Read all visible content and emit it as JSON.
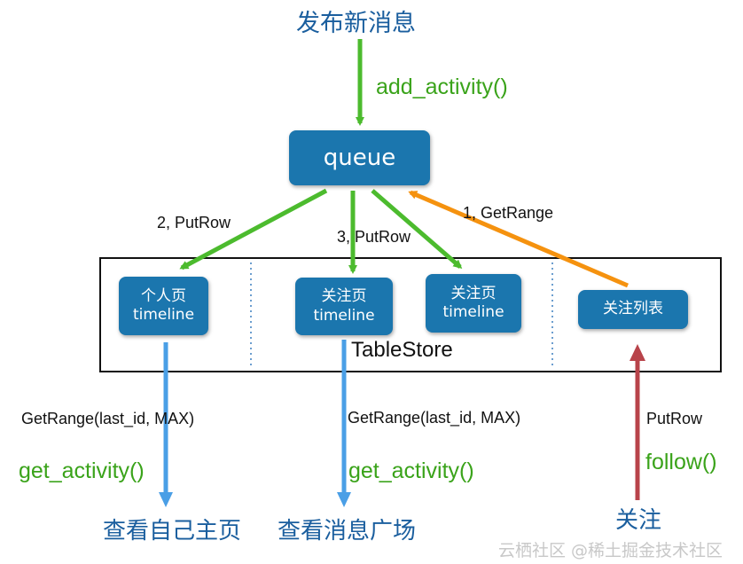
{
  "title": "发布新消息",
  "add_activity": "add_activity()",
  "queue": "queue",
  "edge_labels": {
    "putrow_2": "2, PutRow",
    "putrow_3": "3, PutRow",
    "getrange_1": "1, GetRange",
    "getrange_left": "GetRange(last_id, MAX)",
    "getrange_right": "GetRange(last_id, MAX)",
    "putrow_follow": "PutRow"
  },
  "tablestore": {
    "label": "TableStore",
    "boxes": [
      {
        "line1": "个人页",
        "line2": "timeline"
      },
      {
        "line1": "关注页",
        "line2": "timeline"
      },
      {
        "line1": "关注页",
        "line2": "timeline"
      },
      {
        "line1": "关注列表",
        "line2": ""
      }
    ]
  },
  "functions": {
    "get_activity_left": "get_activity()",
    "get_activity_right": "get_activity()",
    "follow": "follow()"
  },
  "bottom": {
    "left": "查看自己主页",
    "middle": "查看消息广场",
    "right": "关注"
  },
  "watermark": "云栖社区 @稀土掘金技术社区",
  "colors": {
    "green": "#4cbb2e",
    "blue": "#4a9fe6",
    "orange": "#f5920f",
    "red": "#b8434a",
    "box": "#1b76ae",
    "title": "#1a5e9e"
  }
}
